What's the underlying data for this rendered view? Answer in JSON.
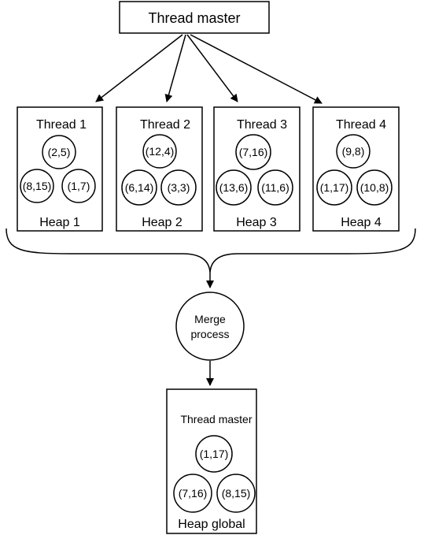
{
  "master": {
    "label": "Thread master"
  },
  "threads": [
    {
      "title": "Thread 1",
      "heap": "Heap 1",
      "nodes": [
        "(2,5)",
        "(8,15)",
        "(1,7)"
      ]
    },
    {
      "title": "Thread 2",
      "heap": "Heap 2",
      "nodes": [
        "(12,4)",
        "(6,14)",
        "(3,3)"
      ]
    },
    {
      "title": "Thread 3",
      "heap": "Heap 3",
      "nodes": [
        "(7,16)",
        "(13,6)",
        "(11,6)"
      ]
    },
    {
      "title": "Thread 4",
      "heap": "Heap 4",
      "nodes": [
        "(9,8)",
        "(1,17)",
        "(10,8)"
      ]
    }
  ],
  "merge": {
    "line1": "Merge",
    "line2": "process"
  },
  "global": {
    "title": "Thread master",
    "heap": "Heap global",
    "nodes": [
      "(1,17)",
      "(7,16)",
      "(8,15)"
    ]
  }
}
